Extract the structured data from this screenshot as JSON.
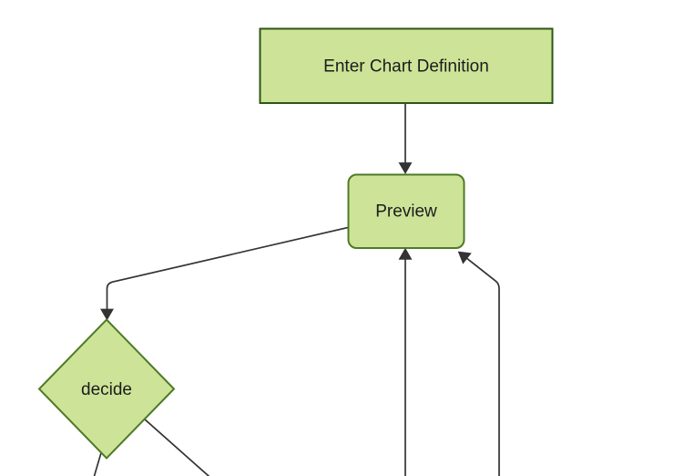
{
  "diagram": {
    "kind": "flowchart",
    "direction": "top-down",
    "nodes": [
      {
        "id": "A",
        "shape": "rectangle",
        "label": "Enter Chart Definition"
      },
      {
        "id": "B",
        "shape": "rounded-rectangle",
        "label": "Preview"
      },
      {
        "id": "C",
        "shape": "diamond",
        "label": "decide"
      }
    ],
    "edges": [
      {
        "from": "Enter Chart Definition",
        "to": "Preview",
        "style": "arrow"
      },
      {
        "from": "Preview",
        "to": "decide",
        "style": "arrow"
      },
      {
        "from": "offscreen-node-below-center",
        "to": "Preview",
        "style": "arrow"
      },
      {
        "from": "offscreen-node-below-right",
        "to": "Preview",
        "style": "arrow"
      },
      {
        "from": "decide",
        "to": "offscreen-below-left",
        "style": "line-cropped"
      },
      {
        "from": "decide",
        "to": "offscreen-below-right",
        "style": "line-cropped"
      }
    ]
  },
  "colors": {
    "background": "#ffffff",
    "node_fill": "#cde498",
    "rect_stroke": "#2d5616",
    "rounded_stroke": "#4e7a26",
    "diamond_stroke": "#4e7a26",
    "edge_stroke": "#333333",
    "label_color": "#1c1c1c"
  }
}
